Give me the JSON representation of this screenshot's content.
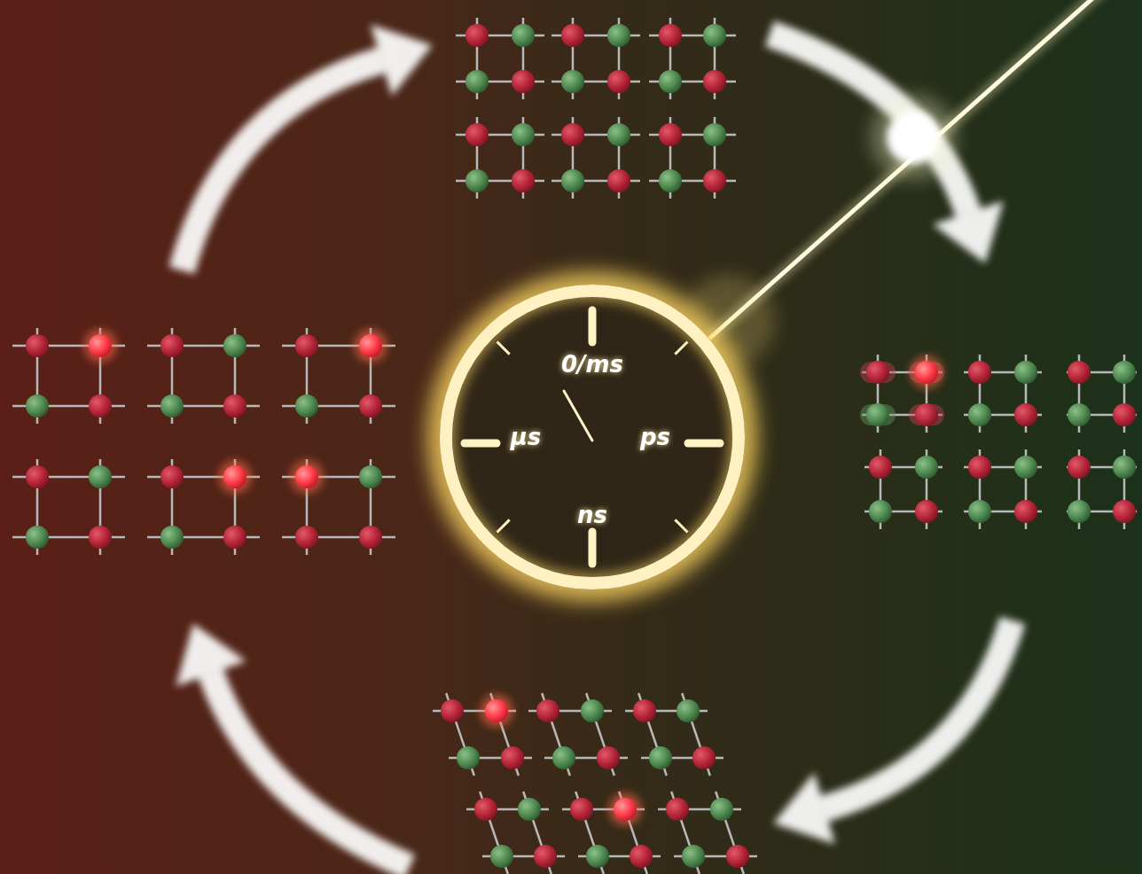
{
  "diagram": {
    "nodes": [
      {
        "text": [
          "0/ms",
          "μs",
          "ps",
          "ns"
        ]
      }
    ]
  }
}
